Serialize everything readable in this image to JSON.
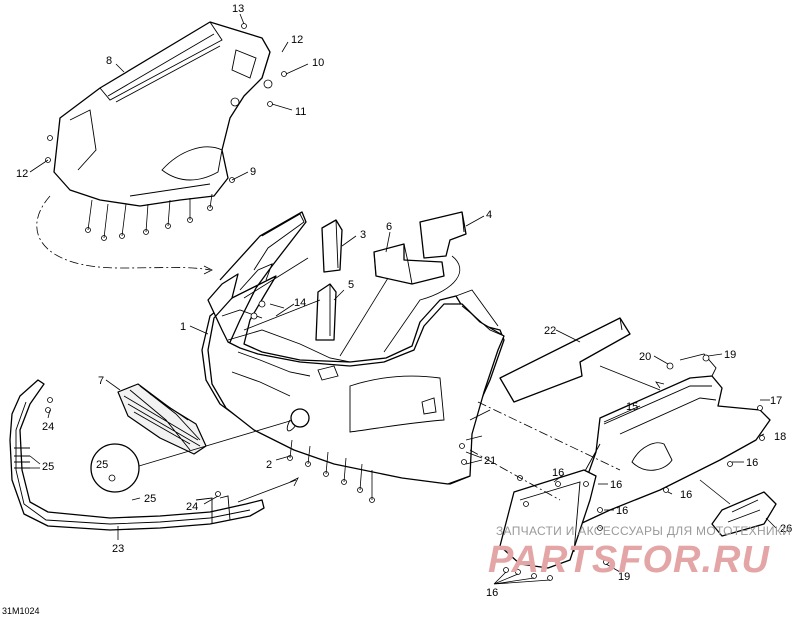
{
  "diagram": {
    "code": "31M1024",
    "watermark_line1": "ЗАПЧАСТИ И АКСЕССУАРЫ ДЛЯ МОТОТЕХНИКИ",
    "watermark_line2": "PARTSFOR.RU",
    "callouts": {
      "c1": "1",
      "c2": "2",
      "c3": "3",
      "c4": "4",
      "c5": "5",
      "c6": "6",
      "c7": "7",
      "c8": "8",
      "c9": "9",
      "c10": "10",
      "c11": "11",
      "c12a": "12",
      "c12b": "12",
      "c13": "13",
      "c14": "14",
      "c15": "15",
      "c16a": "16",
      "c16b": "16",
      "c16c": "16",
      "c16d": "16",
      "c16e": "16",
      "c17": "17",
      "c18": "18",
      "c19a": "19",
      "c19b": "19",
      "c20": "20",
      "c21": "21",
      "c22": "22",
      "c23": "23",
      "c24a": "24",
      "c24b": "24",
      "c25a": "25",
      "c25b": "25",
      "c25c": "25",
      "c26": "26"
    }
  }
}
